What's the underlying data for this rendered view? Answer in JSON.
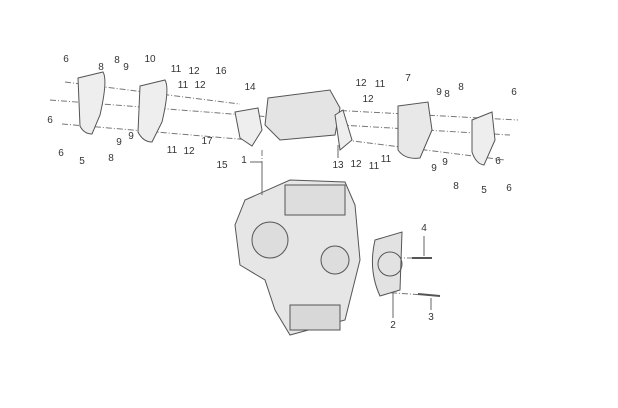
{
  "labels": [
    "6",
    "8",
    "8",
    "9",
    "10",
    "11",
    "12",
    "16",
    "11",
    "12",
    "14",
    "6",
    "9",
    "9",
    "17",
    "11",
    "12",
    "6",
    "5",
    "8",
    "15",
    "1",
    "12",
    "11",
    "12",
    "7",
    "9",
    "8",
    "8",
    "6",
    "13",
    "12",
    "11",
    "11",
    "9",
    "9",
    "8",
    "5",
    "6",
    "6",
    "4",
    "3",
    "2"
  ],
  "colors": {
    "line": "#555555",
    "label": "#333333"
  }
}
